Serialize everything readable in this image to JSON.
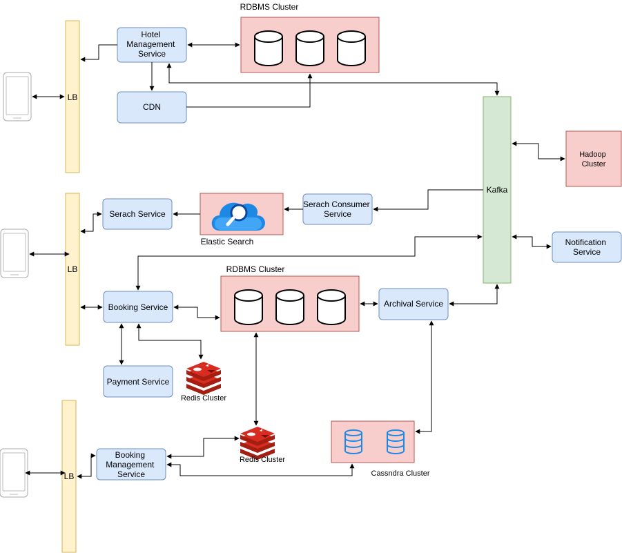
{
  "lb": {
    "label": "LB"
  },
  "nodes": {
    "hotel_management_service": [
      "Hotel",
      "Management",
      "Service"
    ],
    "cdn": [
      "CDN"
    ],
    "rdbms_cluster_top": "RDBMS Cluster",
    "kafka": "Kafka",
    "hadoop_cluster": [
      "Hadoop",
      "Cluster"
    ],
    "search_service": [
      "Serach Service"
    ],
    "elastic_search": "Elastic Search",
    "search_consumer_service": [
      "Serach Consumer",
      "Service"
    ],
    "notification_service": [
      "Notification",
      "Service"
    ],
    "booking_service": [
      "Booking Service"
    ],
    "rdbms_cluster_middle": "RDBMS Cluster",
    "archival_service": [
      "Archival Service"
    ],
    "payment_service": [
      "Payment Service"
    ],
    "redis_cluster_1": "Redis Cluster",
    "redis_cluster_2": "Redis Cluster",
    "booking_management_service": [
      "Booking",
      "Management",
      "Service"
    ],
    "cassandra_cluster": "Cassndra Cluster"
  },
  "colors": {
    "service_fill": "#dae8fc",
    "service_stroke": "#6c8ebf",
    "cluster_fill": "#f8cecc",
    "cluster_stroke": "#b85450",
    "kafka_fill": "#d5e8d4",
    "kafka_stroke": "#82b366",
    "lb_fill": "#fff2cc",
    "lb_stroke": "#d6b656",
    "redis": "#c0272d",
    "elastic_cloud": "#1e88e5",
    "cassandra_db": "#1e88e5"
  },
  "icons": [
    "mobile-phone-icon",
    "database-cylinder-icon",
    "elastic-search-cloud-icon",
    "redis-stack-icon",
    "cassandra-db-icon"
  ]
}
